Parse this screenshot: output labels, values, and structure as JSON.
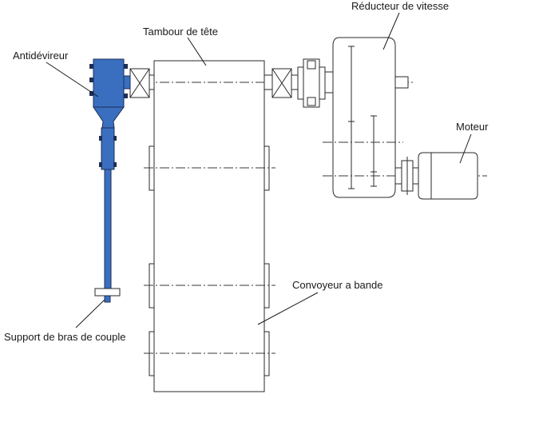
{
  "labels": {
    "antidevireur": "Antidévireur",
    "tambour": "Tambour de tête",
    "reducteur": "Réducteur de vitesse",
    "moteur": "Moteur",
    "convoyeur": "Convoyeur a bande",
    "support": "Support de bras de couple"
  },
  "colors": {
    "highlight": "#3a6fc0",
    "outline": "#2a2a2a"
  }
}
